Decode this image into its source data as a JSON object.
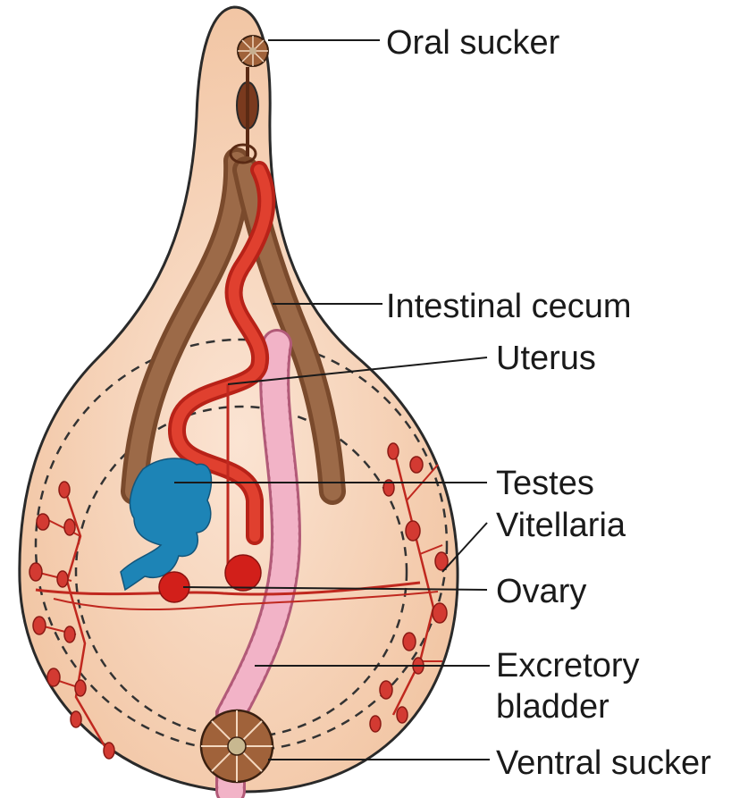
{
  "labels": {
    "oral_sucker": "Oral sucker",
    "intestinal_cecum": "Intestinal cecum",
    "uterus": "Uterus",
    "testes": "Testes",
    "vitellaria": "Vitellaria",
    "ovary": "Ovary",
    "excretory_bladder_line1": "Excretory",
    "excretory_bladder_line2": "bladder",
    "ventral_sucker": "Ventral sucker"
  },
  "colors": {
    "body_fill": "#f6d5bc",
    "body_outline": "#2a2a2a",
    "cecum": "#8a5a3c",
    "uterus": "#d8302a",
    "testes": "#1e86b8",
    "bladder": "#f2a9c0",
    "sucker": "#a0623a",
    "vitellaria": "#d33a32"
  }
}
